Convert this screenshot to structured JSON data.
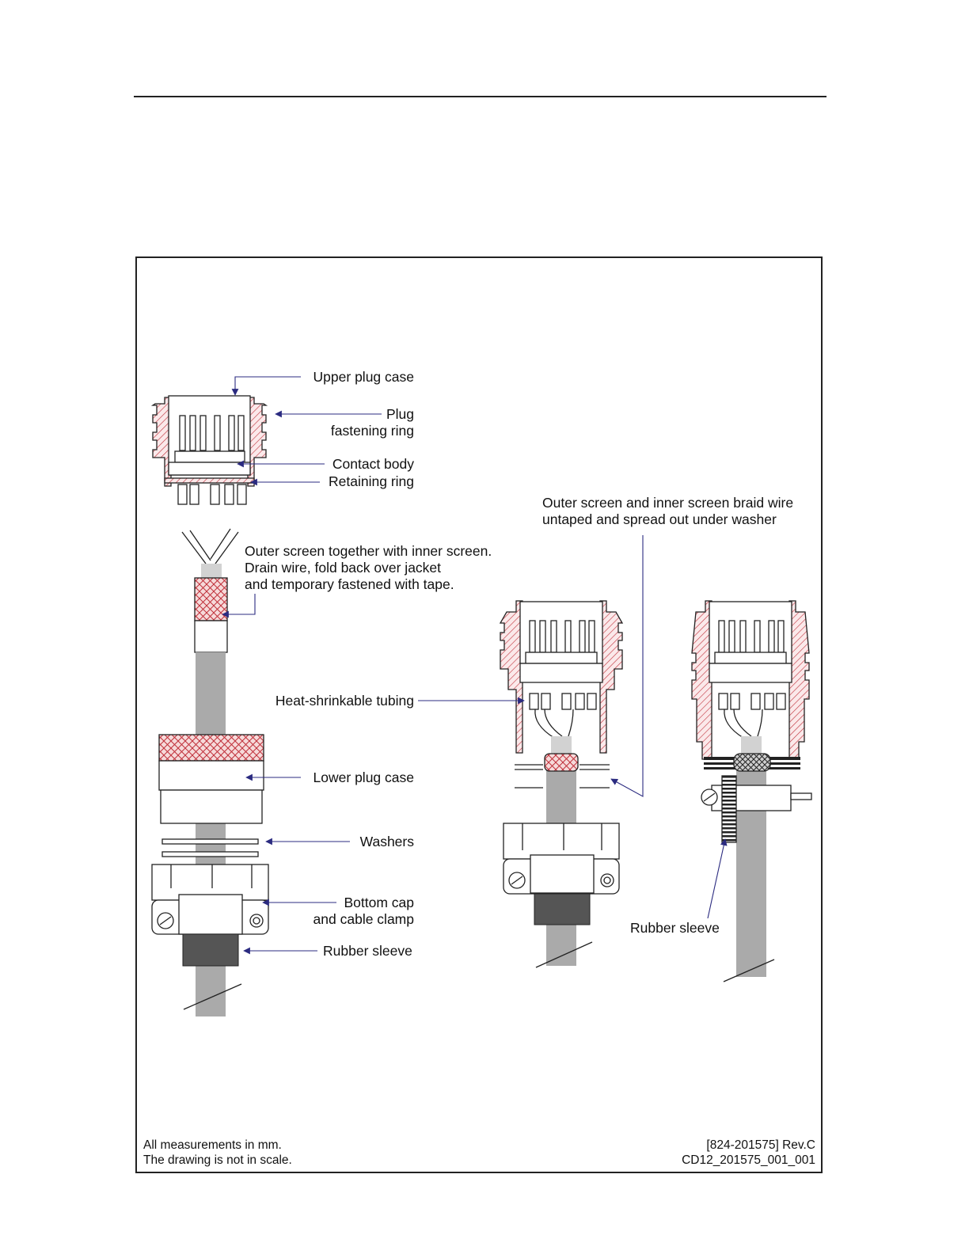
{
  "labels": {
    "upper_plug_case": "Upper plug case",
    "plug_fastening_ring_1": "Plug",
    "plug_fastening_ring_2": "fastening ring",
    "contact_body": "Contact body",
    "retaining_ring": "Retaining ring",
    "outer_screen_1": "Outer screen together with inner screen.",
    "outer_screen_2": "Drain wire, fold back over jacket",
    "outer_screen_3": "and temporary fastened with tape.",
    "braid_wire_1": "Outer screen and inner screen braid wire",
    "braid_wire_2": "untaped and spread out under washer",
    "heat_shrink": "Heat-shrinkable tubing",
    "lower_plug_case": "Lower plug case",
    "washers": "Washers",
    "bottom_cap_1": "Bottom cap",
    "bottom_cap_2": "and cable clamp",
    "rubber_sleeve_left": "Rubber sleeve",
    "rubber_sleeve_right": "Rubber sleeve"
  },
  "footer": {
    "note_1": "All measurements in mm.",
    "note_2": "The drawing is not in scale.",
    "ref_1": "[824-201575] Rev.C",
    "ref_2": "CD12_201575_001_001"
  },
  "colors": {
    "hatch": "#c0303a",
    "cable": "#aaaaaa",
    "rubber": "#555555",
    "leader": "#2b2b80"
  }
}
